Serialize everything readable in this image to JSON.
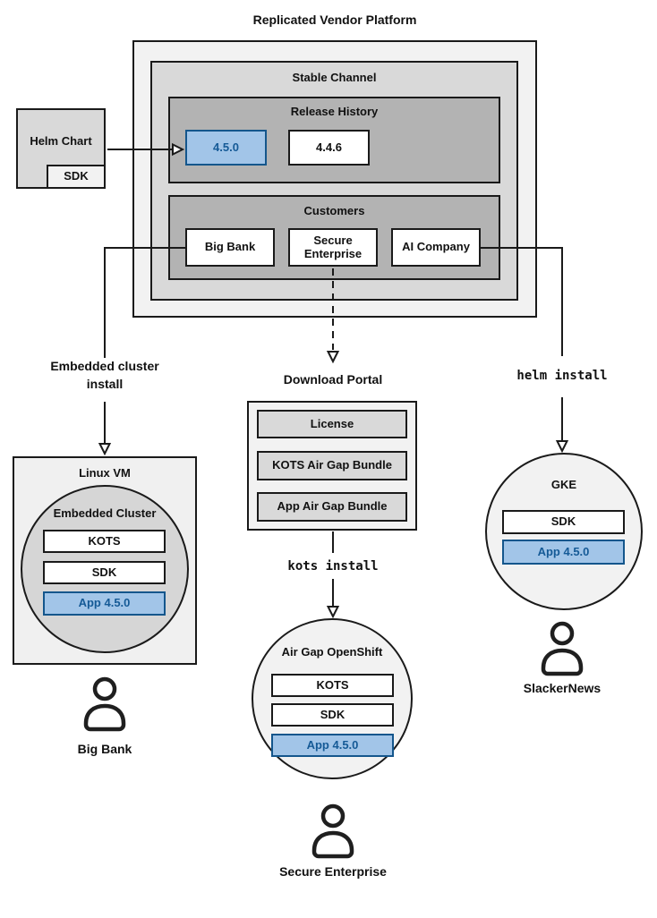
{
  "title": "Replicated Vendor Platform",
  "colors": {
    "highlight_fill": "#a2c5e8",
    "highlight_border": "#14568c",
    "highlight_text": "#155a96",
    "gray_light": "#f2f2f2",
    "gray_mid": "#d9d9d9",
    "gray_dark": "#b3b3b3",
    "line": "#1a1a1a"
  },
  "platform": {
    "stable_channel": {
      "label": "Stable Channel",
      "release_history": {
        "label": "Release History",
        "current_version": "4.5.0",
        "previous_version": "4.4.6"
      },
      "customers": {
        "label": "Customers",
        "items": [
          "Big Bank",
          "Secure Enterprise",
          "AI Company"
        ]
      }
    }
  },
  "helm_chart": {
    "label": "Helm Chart",
    "sdk_label": "SDK"
  },
  "flows": {
    "left": {
      "install_label": "Embedded cluster install",
      "vm_label": "Linux VM",
      "cluster_label": "Embedded Cluster",
      "components": [
        "KOTS",
        "SDK"
      ],
      "app_label": "App 4.5.0",
      "user_label": "Big Bank"
    },
    "center": {
      "portal_label": "Download Portal",
      "portal_items": [
        "License",
        "KOTS Air Gap Bundle",
        "App Air Gap Bundle"
      ],
      "install_label": "kots install",
      "cluster_label": "Air Gap OpenShift",
      "components": [
        "KOTS",
        "SDK"
      ],
      "app_label": "App 4.5.0",
      "user_label": "Secure Enterprise"
    },
    "right": {
      "install_label": "helm install",
      "cluster_label": "GKE",
      "components": [
        "SDK"
      ],
      "app_label": "App 4.5.0",
      "user_label": "SlackerNews"
    }
  }
}
